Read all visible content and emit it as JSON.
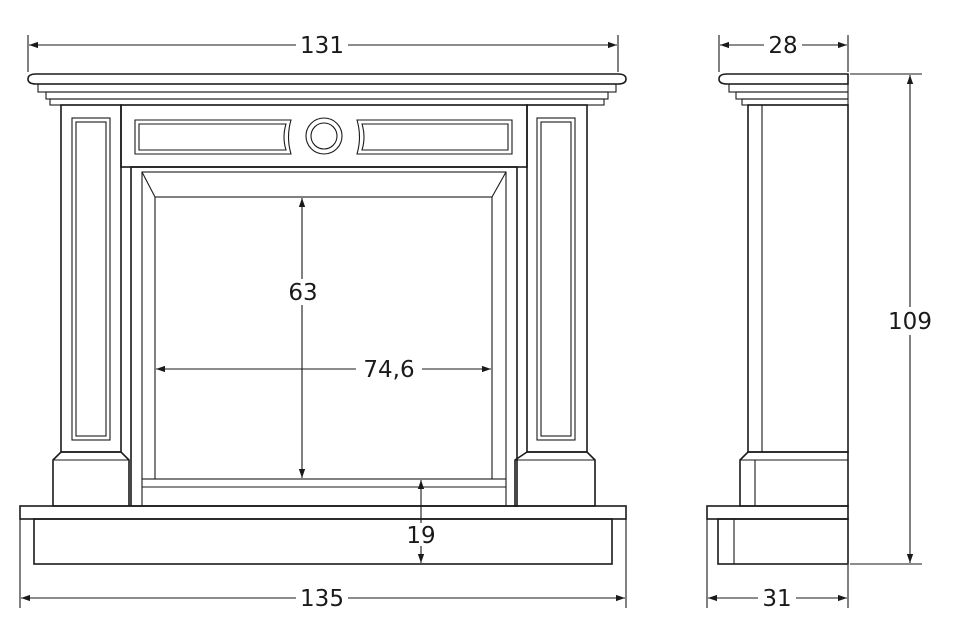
{
  "front_view": {
    "top_width": "131",
    "base_width": "135",
    "opening_height": "63",
    "opening_width": "74,6",
    "hearth_height": "19"
  },
  "side_view": {
    "top_depth": "28",
    "base_depth": "31",
    "total_height": "109"
  }
}
